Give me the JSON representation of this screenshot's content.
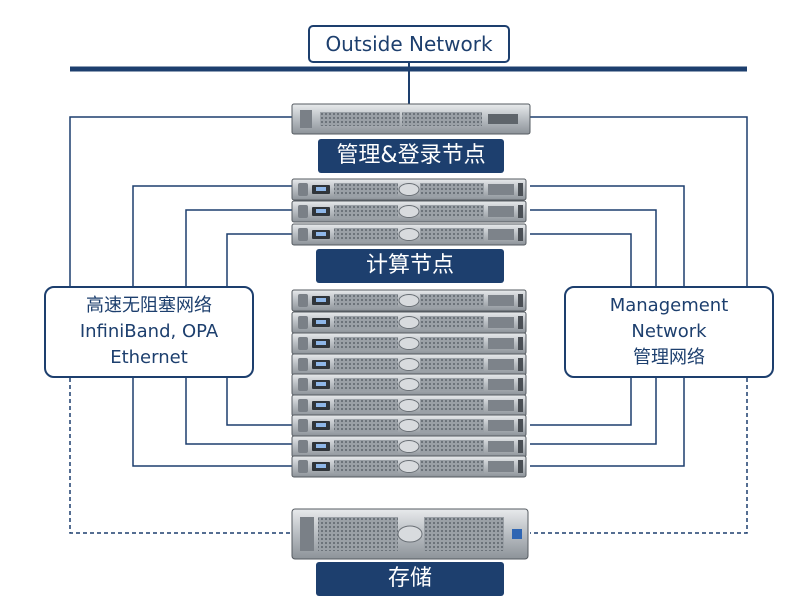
{
  "outside_network": "Outside Network",
  "login_node_label": "管理&登录节点",
  "compute_node_label": "计算节点",
  "storage_label": "存储",
  "high_speed_network": {
    "line1": "高速无阻塞网络",
    "line2": "InfiniBand, OPA",
    "line3": "Ethernet"
  },
  "management_network": {
    "line1": "Management",
    "line2": "Network",
    "line3": "管理网络"
  },
  "colors": {
    "navy": "#1d3f6e",
    "line": "#1d3f6e",
    "server_body": "#a9aeb3",
    "server_face": "#cfd3d6"
  }
}
